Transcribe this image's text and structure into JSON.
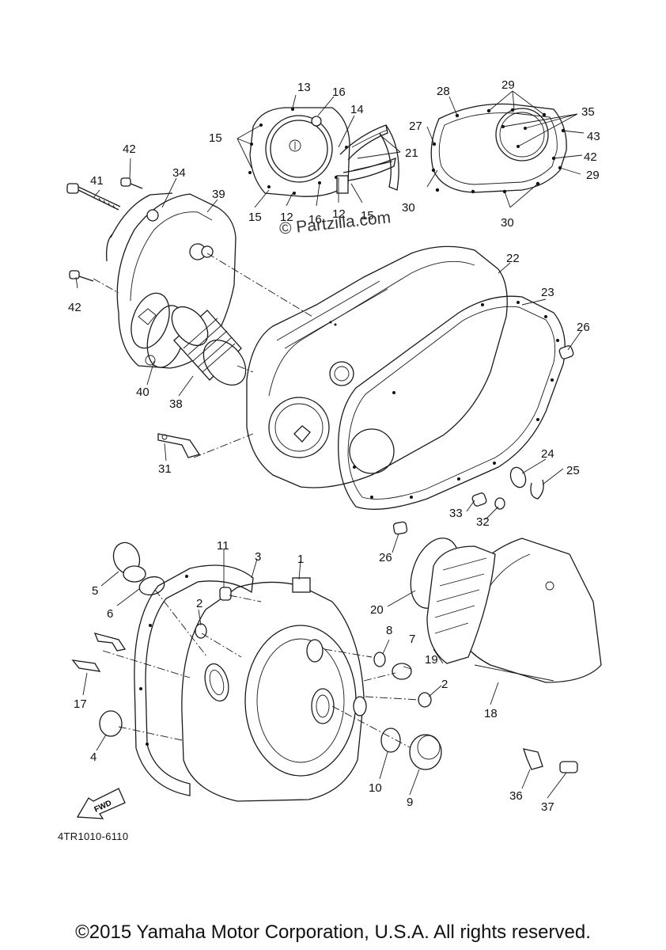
{
  "watermark": "© Partzilla.com",
  "diagram_code": "4TR1010-6110",
  "copyright": "©2015 Yamaha Motor Corporation, U.S.A. All rights reserved.",
  "fwd_label": "FWD",
  "callouts": [
    "1",
    "2",
    "2",
    "3",
    "4",
    "5",
    "6",
    "7",
    "8",
    "9",
    "10",
    "11",
    "12",
    "12",
    "13",
    "14",
    "15",
    "15",
    "15",
    "15",
    "16",
    "16",
    "17",
    "18",
    "19",
    "20",
    "21",
    "22",
    "23",
    "24",
    "25",
    "26",
    "26",
    "27",
    "28",
    "29",
    "29",
    "30",
    "30",
    "31",
    "32",
    "33",
    "34",
    "35",
    "36",
    "37",
    "38",
    "39",
    "40",
    "41",
    "42",
    "42",
    "42",
    "43"
  ]
}
